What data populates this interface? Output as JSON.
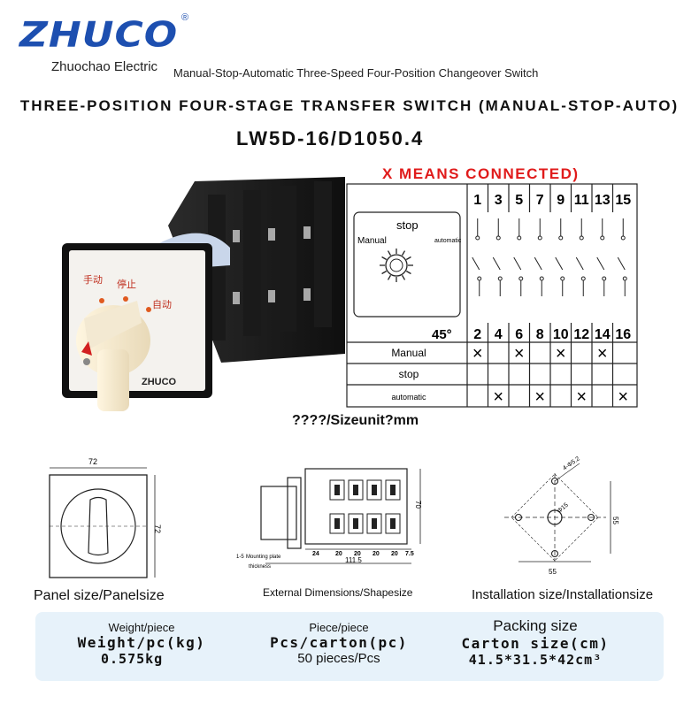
{
  "brand": {
    "logo": "ZHUCO",
    "registered": "®",
    "company": "Zhuochao Electric",
    "tagline": "Manual-Stop-Automatic Three-Speed Four-Position Changeover Switch"
  },
  "heading": {
    "title": "THREE-POSITION FOUR-STAGE TRANSFER SWITCH (MANUAL-STOP-AUTO)",
    "model": "LW5D-16/D1050.4"
  },
  "diagram": {
    "note": "X MEANS CONNECTED)",
    "top_terminals": [
      "1",
      "3",
      "5",
      "7",
      "9",
      "11",
      "13",
      "15"
    ],
    "bottom_terminals": [
      "2",
      "4",
      "6",
      "8",
      "10",
      "12",
      "14",
      "16"
    ],
    "angle": "45°",
    "dial_labels": {
      "top": "stop",
      "left": "Manual",
      "right": "automatic"
    },
    "rows": [
      {
        "label": "Manual",
        "connected": [
          true,
          false,
          true,
          false,
          true,
          false,
          true,
          false
        ]
      },
      {
        "label": "stop",
        "connected": [
          false,
          false,
          false,
          false,
          false,
          false,
          false,
          false
        ]
      },
      {
        "label": "automatic",
        "connected": [
          false,
          true,
          false,
          true,
          false,
          true,
          false,
          true
        ]
      }
    ],
    "x_mark": "×"
  },
  "product_photo": {
    "label_manual": "手动",
    "label_stop": "停止",
    "label_auto": "自动",
    "brand": "ZHUCO"
  },
  "size_note": "????/Sizeunit?mm",
  "drawings": {
    "panel": {
      "caption": "Panel size/Panelsize",
      "width": "72",
      "height": "72"
    },
    "external": {
      "caption": "External Dimensions/Shapesize",
      "segments": [
        "24",
        "20",
        "20",
        "20",
        "20",
        "7.5"
      ],
      "total": "111.5",
      "height": "70",
      "plate_note_1": "1-5",
      "plate_note_2": "Mounting plate",
      "plate_note_3": "thickness"
    },
    "install": {
      "caption": "Installation size/Installationsize",
      "holes": "4-Φ5.2",
      "center": "Φ15",
      "width": "55",
      "height": "55"
    }
  },
  "packing": {
    "weight_head": "Weight/piece",
    "weight_label": "Weight/pc(kg)",
    "weight_value": "0.575kg",
    "piece_head": "Piece/piece",
    "piece_label": "Pcs/carton(pc)",
    "piece_value": "50 pieces/Pcs",
    "carton_head": "Packing size",
    "carton_label": "Carton size(cm)",
    "carton_value": "41.5*31.5*42cm³"
  }
}
